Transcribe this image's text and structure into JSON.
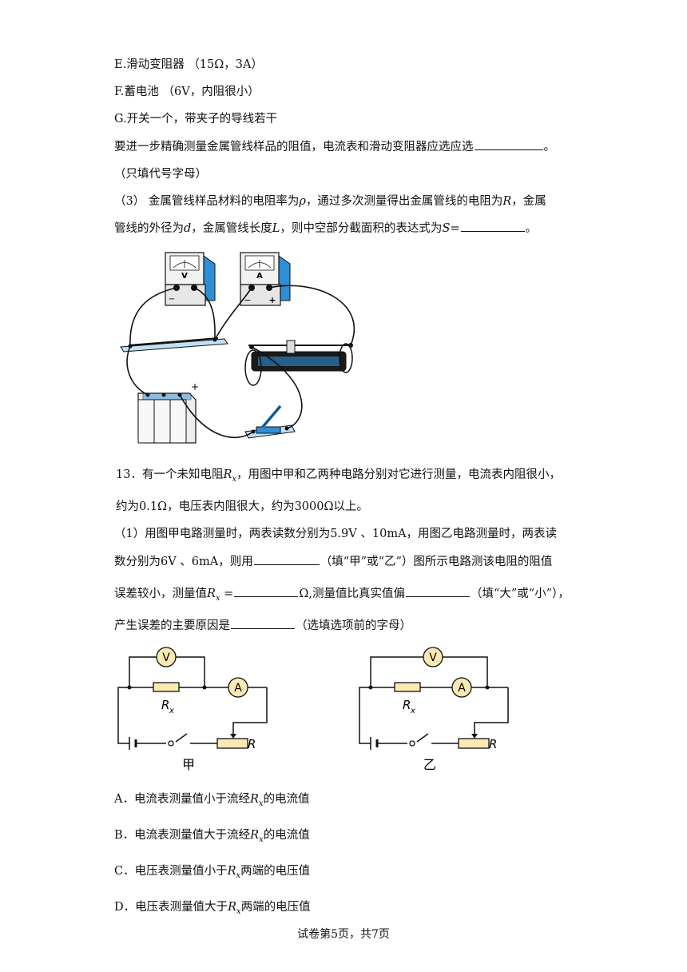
{
  "options_list": {
    "E": "E.滑动变阻器 （15Ω，3A）",
    "F": "F.蓄电池 （6V，内阻很小）",
    "G": "G.开关一个，带夹子的导线若干"
  },
  "q12": {
    "part2_text_a": "要进一步精确测量金属管线样品的阻值，电流表和滑动变阻器应选应选",
    "part2_text_b": "。",
    "part2_note": "（只填代号字母）",
    "part3_a": "（3） 金属管线样品材料的电阻率为",
    "part3_rho": "ρ",
    "part3_b": "，通过多次测量得出金属管线的电阻为",
    "part3_R": "R",
    "part3_c": "，金属",
    "part3_line2_a": "管线的外径为",
    "part3_d": "d",
    "part3_line2_b": "，金属管线长度",
    "part3_L": "L",
    "part3_line2_c": "，则中空部分截面积的表达式为",
    "part3_S": "S",
    "part3_line2_d": "=",
    "part3_line2_e": "。"
  },
  "figure_apparatus": {
    "voltmeter_label": "V",
    "ammeter_label": "A",
    "minus": "−",
    "plus": "+",
    "battery_plus": "+"
  },
  "q13": {
    "intro_a": "13．有一个未知电阻",
    "rx_R": "R",
    "rx_x": "x",
    "intro_b": "，用图中甲和乙两种电路分别对它进行测量，电流表内阻很小，",
    "intro_line2": "约为0.1Ω，电压表内阻很大，约为3000Ω以上。",
    "p1_line1": "（1）用图甲电路测量时，两表读数分别为5.9V 、10mA，用图乙电路测量时，两表读",
    "p1_line2_a": "数分别为6V 、6mA，则用",
    "p1_line2_b": "（填“甲”或“乙”）图所示电路测该电阻的阻值",
    "p1_line3_a": "误差较小，测量值",
    "p1_line3_eq": " =",
    "p1_line3_b": "Ω,测量值比真实值偏",
    "p1_line3_c": "（填“大”或“小”），",
    "p1_line4_a": "产生误差的主要原因是",
    "p1_line4_b": "（选填选项前的字母）",
    "optA_a": "A．电流表测量值小于流经",
    "optA_b": "的电流值",
    "optB_a": "B．电流表测量值大于流经",
    "optB_b": "的电流值",
    "optC_a": "C．电压表测量值小于",
    "optC_b": "两端的电压值",
    "optD_a": "D．电压表测量值大于",
    "optD_b": "两端的电压值"
  },
  "circuit_labels": {
    "voltmeter": "V",
    "ammeter": "A",
    "resistor_R": "R",
    "resistor_x": "x",
    "rheostat": "R",
    "label_jia": "甲",
    "label_yi": "乙"
  },
  "footer": "试卷第5页，共7页"
}
